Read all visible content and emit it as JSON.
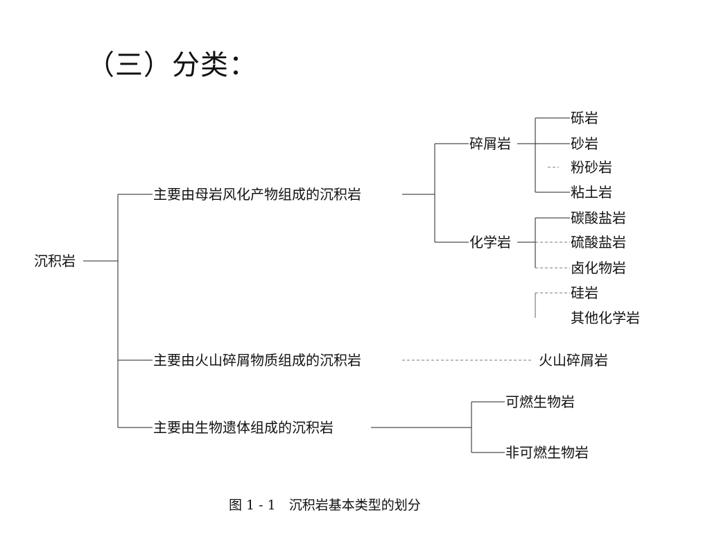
{
  "heading": "（三）分类：",
  "caption": "图 1 - 1　沉积岩基本类型的划分",
  "root": "沉积岩",
  "branches": {
    "weathering": "主要由母岩风化产物组成的沉积岩",
    "volcanic": "主要由火山碎屑物质组成的沉积岩",
    "biological": "主要由生物遗体组成的沉积岩"
  },
  "subgroups": {
    "clastic": "碎屑岩",
    "chemical": "化学岩"
  },
  "leaves": {
    "gravel": "砾岩",
    "sandstone": "砂岩",
    "siltstone": "粉砂岩",
    "claystone": "粘土岩",
    "carbonate": "碳酸盐岩",
    "sulfate": "硫酸盐岩",
    "halide": "卤化物岩",
    "siliceous": "硅岩",
    "other_chemical": "其他化学岩",
    "volcaniclastic": "火山碎屑岩",
    "combustible_bio": "可燃生物岩",
    "noncombustible_bio": "非可燃生物岩"
  }
}
